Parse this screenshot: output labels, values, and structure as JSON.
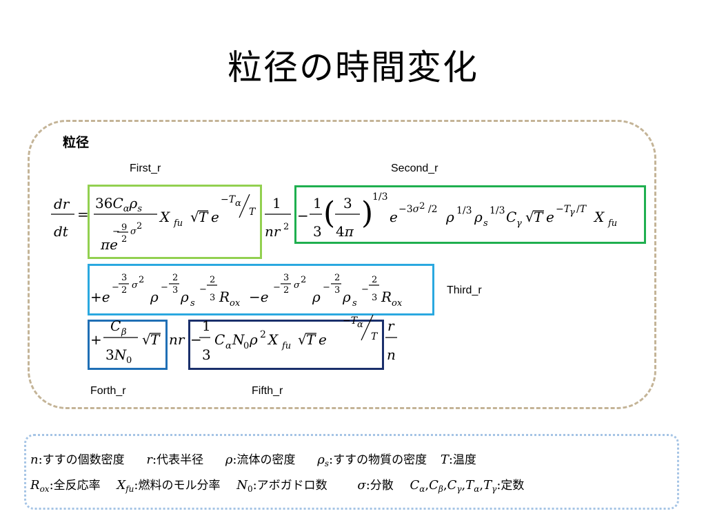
{
  "slide": {
    "title": "粒径の時間変化",
    "section_label": "粒径"
  },
  "terms": {
    "first": "First_r",
    "second": "Second_r",
    "third": "Third_r",
    "forth": "Forth_r",
    "fifth": "Fifth_r"
  },
  "colors": {
    "panel_border": "#c4b497",
    "first_box": "#92d050",
    "second_box": "#1faf4f",
    "third_box": "#2aa8e0",
    "forth_box": "#1f6fb5",
    "fifth_box": "#1a2f6b",
    "legend_border": "#a5c4e5"
  },
  "legend": {
    "n": "すすの個数密度",
    "r": "代表半径",
    "rho": "流体の密度",
    "rho_s": "すすの物質の密度",
    "T": "温度",
    "R_ox": "全反応率",
    "X_fu": "燃料のモル分率",
    "N0": "アボガドロ数",
    "sigma": "分散",
    "constants": "定数"
  }
}
